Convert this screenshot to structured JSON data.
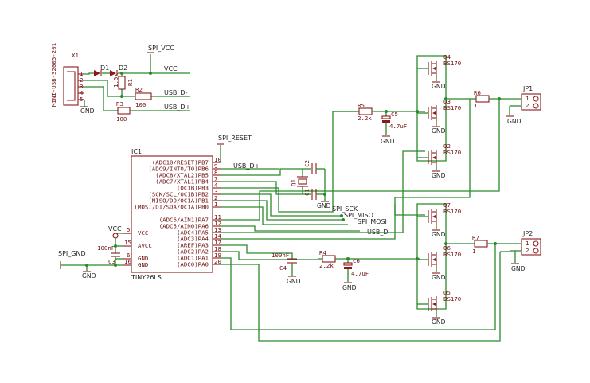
{
  "connector": {
    "ref": "X1",
    "part": "MINI-USB-32005-201",
    "pins": [
      "1",
      "2",
      "3",
      "4",
      "5"
    ],
    "gnd": "GND"
  },
  "power": {
    "vcc": "VCC",
    "spi_vcc": "SPI_VCC",
    "vcc2": "VCC",
    "spi_gnd": "SPI_GND",
    "gnd": "GND"
  },
  "diodes": {
    "d1": "D1",
    "d2": "D2"
  },
  "resistors": {
    "r1": {
      "ref": "R1",
      "value": "1.5k"
    },
    "r2": {
      "ref": "R2",
      "value": "100"
    },
    "r3": {
      "ref": "R3",
      "value": "100"
    },
    "r4": {
      "ref": "R4",
      "value": "2.2k"
    },
    "r5": {
      "ref": "R5",
      "value": "2.2k"
    },
    "r6": {
      "ref": "R6",
      "value": "1"
    },
    "r7": {
      "ref": "R7",
      "value": "1"
    }
  },
  "caps": {
    "c1": "C1",
    "c2": "C2",
    "c3": "C3",
    "c4": "C4",
    "c5": "C5",
    "c6": "C6",
    "c3_value": "100nF",
    "c4_value": "100nF",
    "c5_value": "4.7uF",
    "c6_value": "4.7uF"
  },
  "crystal": {
    "q1": "Q1"
  },
  "nets": {
    "usb_dm": "USB_D-",
    "usb_dp": "USB_D+",
    "usb_dp2": "USB_D+",
    "usb_dm2": "USB_D-",
    "spi_reset": "SPI_RESET",
    "spi_sck": "SPI_SCK",
    "spi_miso": "SPI_MISO",
    "spi_mosi": "SPI_MOSI"
  },
  "ic": {
    "ref": "IC1",
    "part": "TINY26LS",
    "left_pins": [
      {
        "label": "VCC",
        "num": "5"
      },
      {
        "label": "AVCC",
        "num": "15"
      },
      {
        "label": "GND",
        "num": "6"
      },
      {
        "label": "GND",
        "num": "16"
      }
    ],
    "right_pins": [
      {
        "label": "(ADC10/RESET)PB7",
        "num": "10"
      },
      {
        "label": "(ADC9/INT0/T0)PB6",
        "num": "9"
      },
      {
        "label": "(ADC8/XTAL2)PB5",
        "num": "8"
      },
      {
        "label": "(ADC7/XTAL1)PB4",
        "num": "7"
      },
      {
        "label": "(OC1B)PB3",
        "num": "4"
      },
      {
        "label": "(SCK/SCL/OC1B)PB2",
        "num": "3"
      },
      {
        "label": "(MISO/DO/OC1A)PB1",
        "num": "2"
      },
      {
        "label": "(MOSI/DI/SDA/OC1A)PB0",
        "num": "1"
      },
      {
        "label": "(ADC6/AIN1)PA7",
        "num": "11"
      },
      {
        "label": "(ADC5/AIN0)PA6",
        "num": "12"
      },
      {
        "label": "(ADC4)PA5",
        "num": "13"
      },
      {
        "label": "(ADC3)PA4",
        "num": "14"
      },
      {
        "label": "(AREF)PA3",
        "num": "17"
      },
      {
        "label": "(ADC2)PA2",
        "num": "18"
      },
      {
        "label": "(ADC1)PA1",
        "num": "19"
      },
      {
        "label": "(ADC0)PA0",
        "num": "20"
      }
    ]
  },
  "mosfets": [
    {
      "ref": "Q4",
      "part": "BS170"
    },
    {
      "ref": "Q3",
      "part": "BS170"
    },
    {
      "ref": "Q2",
      "part": "BS170"
    },
    {
      "ref": "Q7",
      "part": "BS170"
    },
    {
      "ref": "Q6",
      "part": "BS170"
    },
    {
      "ref": "Q5",
      "part": "BS170"
    }
  ],
  "headers": {
    "jp1": {
      "ref": "JP1",
      "pins": [
        "1",
        "2"
      ]
    },
    "jp2": {
      "ref": "JP2",
      "pins": [
        "1",
        "2"
      ]
    }
  }
}
